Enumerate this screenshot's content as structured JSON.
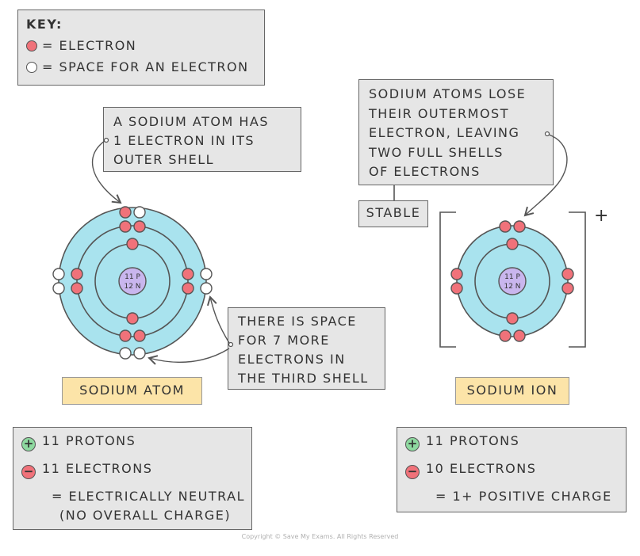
{
  "key": {
    "title": "KEY:",
    "electron": "= ELECTRON",
    "space": "= SPACE FOR AN ELECTRON"
  },
  "callouts": {
    "atom_top": [
      "A SODIUM ATOM HAS",
      "1 ELECTRON IN ITS",
      "OUTER SHELL"
    ],
    "space": [
      "THERE IS SPACE",
      "FOR 7 MORE",
      "ELECTRONS IN",
      "THE THIRD SHELL"
    ],
    "ion_top": [
      "SODIUM ATOMS LOSE",
      "THEIR OUTERMOST",
      "ELECTRON, LEAVING",
      "TWO FULL SHELLS",
      "OF ELECTRONS"
    ],
    "stable": "STABLE"
  },
  "atom": {
    "nucleus": [
      "11 P",
      "12 N"
    ],
    "label": "SODIUM ATOM",
    "summary": {
      "protons": "11 PROTONS",
      "electrons": "11 ELECTRONS",
      "result": [
        "= ELECTRICALLY NEUTRAL",
        "(NO OVERALL CHARGE)"
      ]
    }
  },
  "ion": {
    "nucleus": [
      "11 P",
      "12 N"
    ],
    "label": "SODIUM ION",
    "charge": "+",
    "summary": {
      "protons": "11 PROTONS",
      "electrons": "10 ELECTRONS",
      "result": "= 1+ POSITIVE CHARGE"
    }
  },
  "colors": {
    "electron": "#f0727a",
    "space": "#ffffff",
    "shell_fill": "#a9e3ee",
    "nucleus_fill": "#c9b6ee",
    "label_bg": "#fce4a8",
    "box_bg": "#e6e6e6",
    "plus": "#8ed9a0",
    "minus": "#f0727a"
  },
  "copyright": "Copyright © Save My Exams. All Rights Reserved"
}
